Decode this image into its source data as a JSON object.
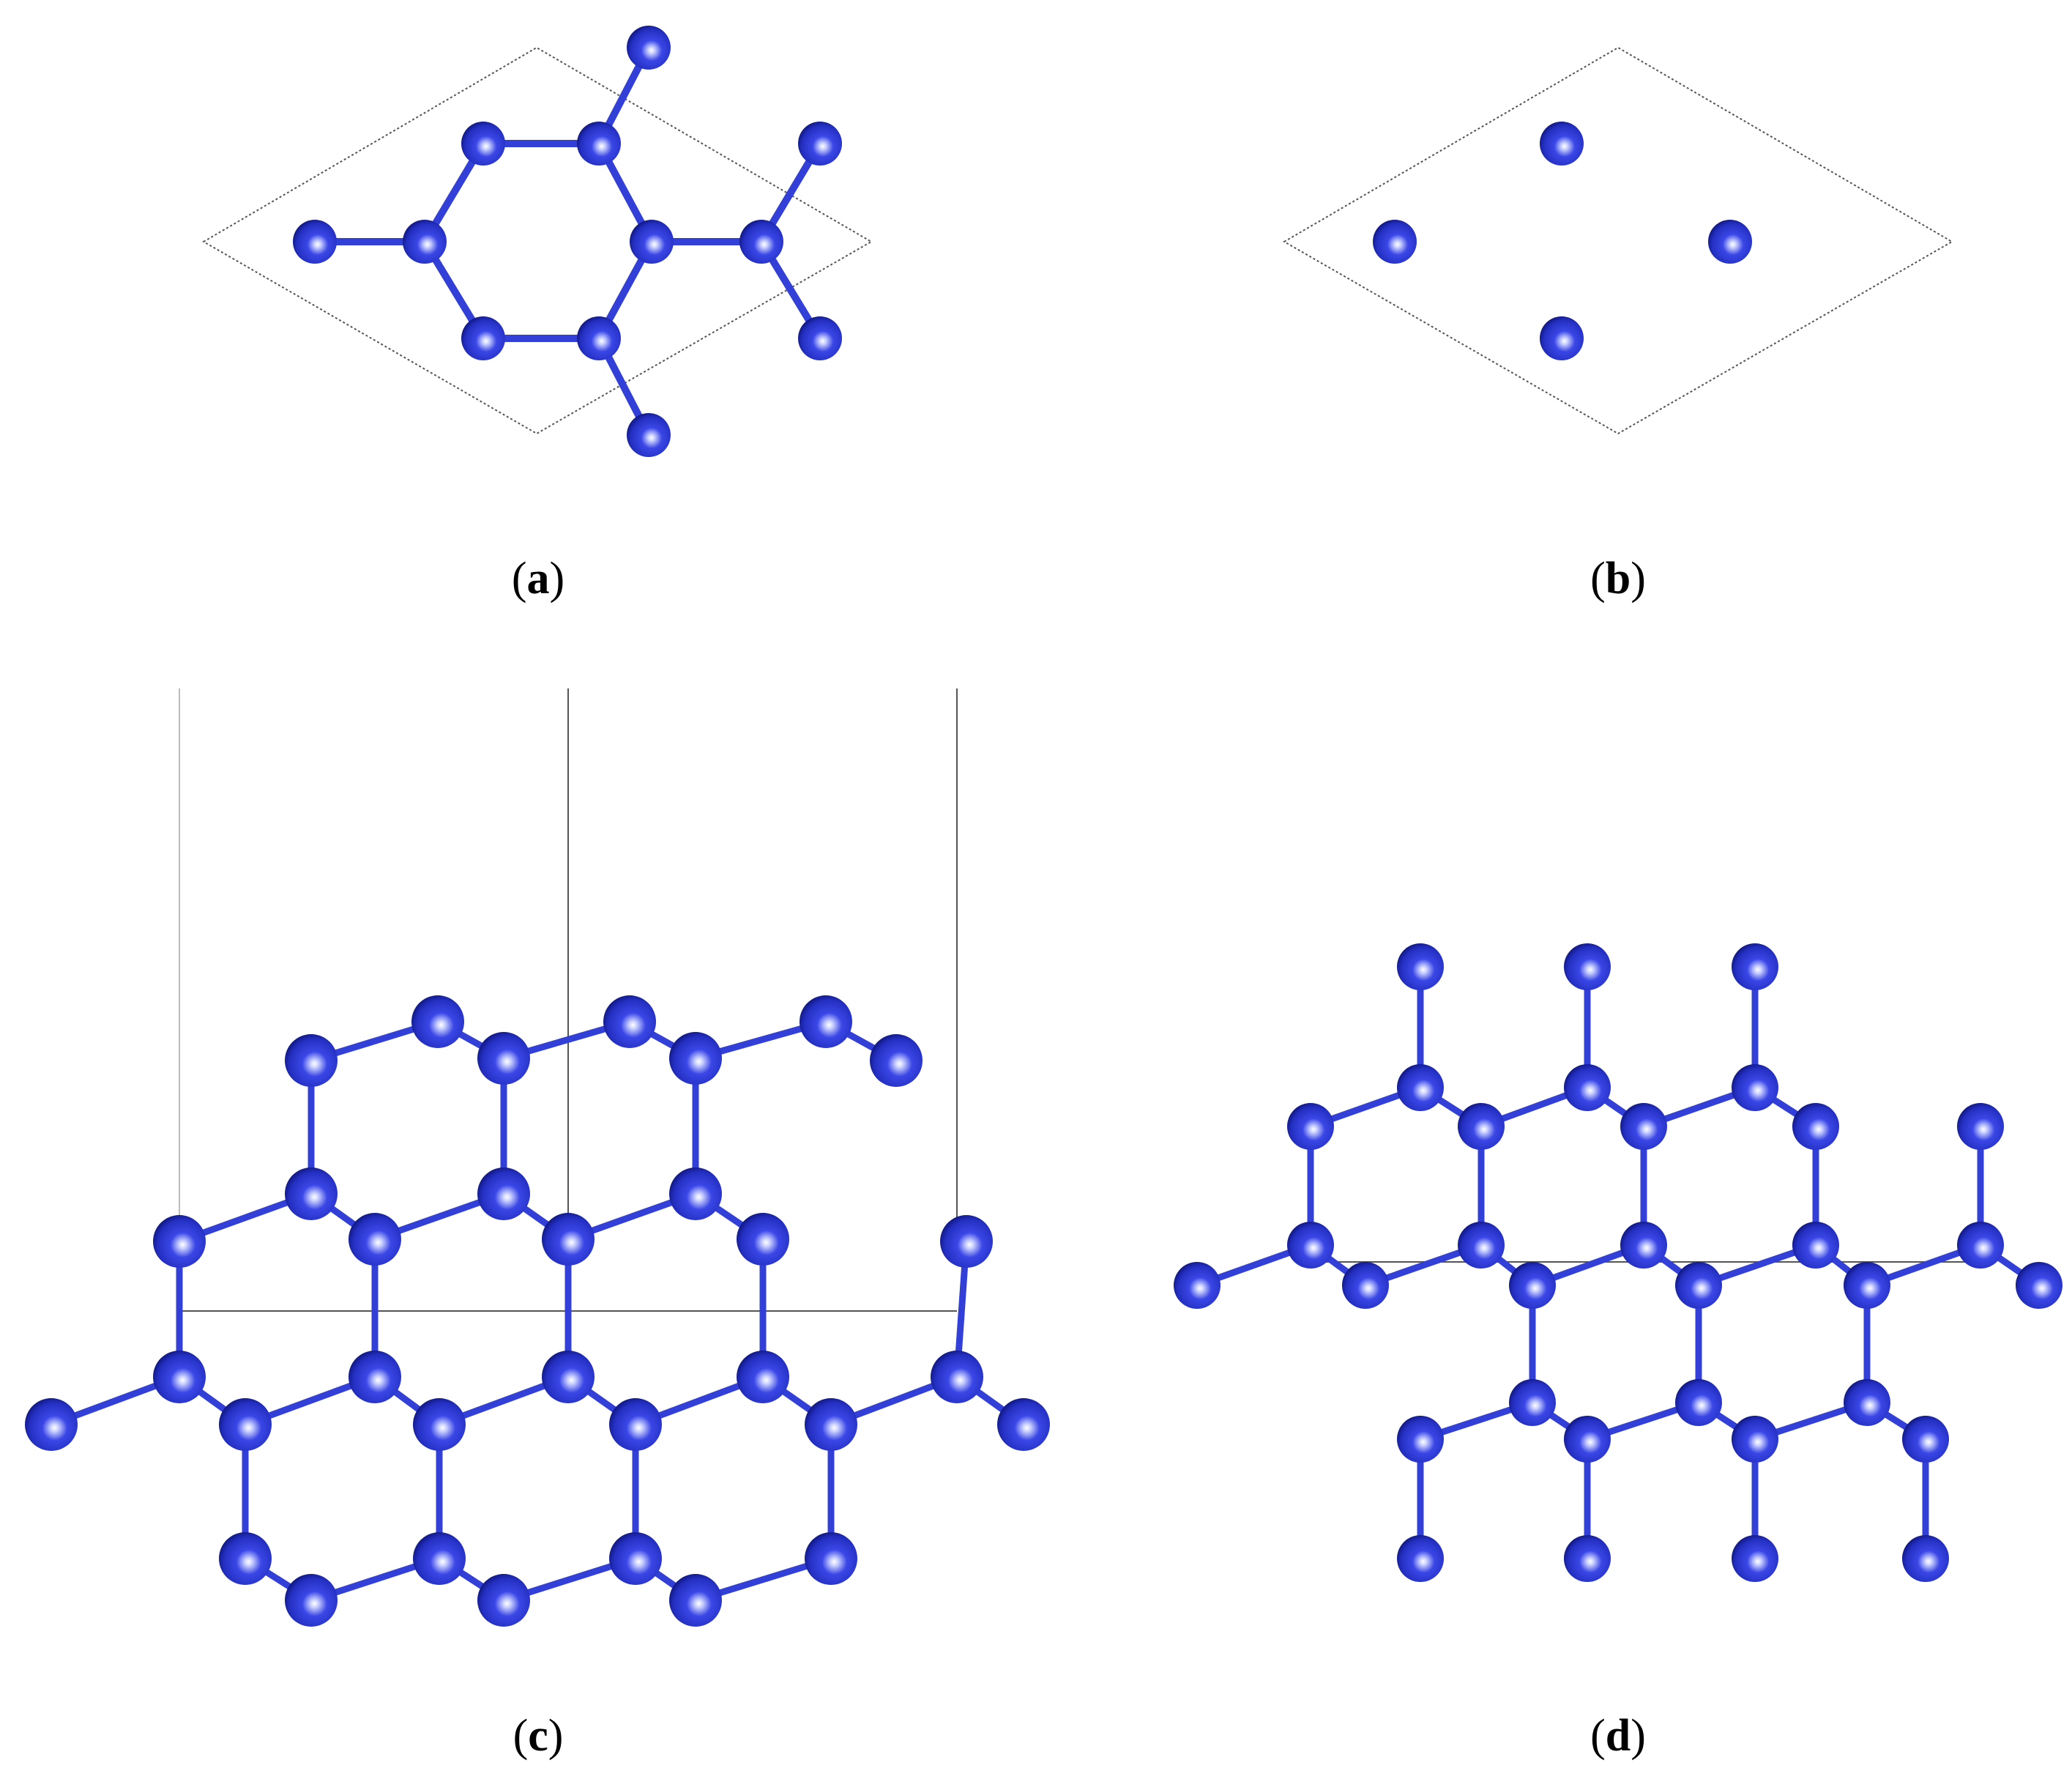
{
  "colors": {
    "atom": "#2a35d6",
    "atom_highlight": "#e8ecff",
    "atom_shadow": "#0b1070",
    "bond": "#3340d8",
    "cell": "#555555"
  },
  "icons": [
    "atom-sphere",
    "bond-rod",
    "unit-cell-outline"
  ],
  "panels": [
    {
      "key": "a",
      "open": "(",
      "letter": "a",
      "close": ")"
    },
    {
      "key": "b",
      "open": "(",
      "letter": "b",
      "close": ")"
    },
    {
      "key": "c",
      "open": "(",
      "letter": "c",
      "close": ")"
    },
    {
      "key": "d",
      "open": "(",
      "letter": "d",
      "close": ")"
    }
  ]
}
